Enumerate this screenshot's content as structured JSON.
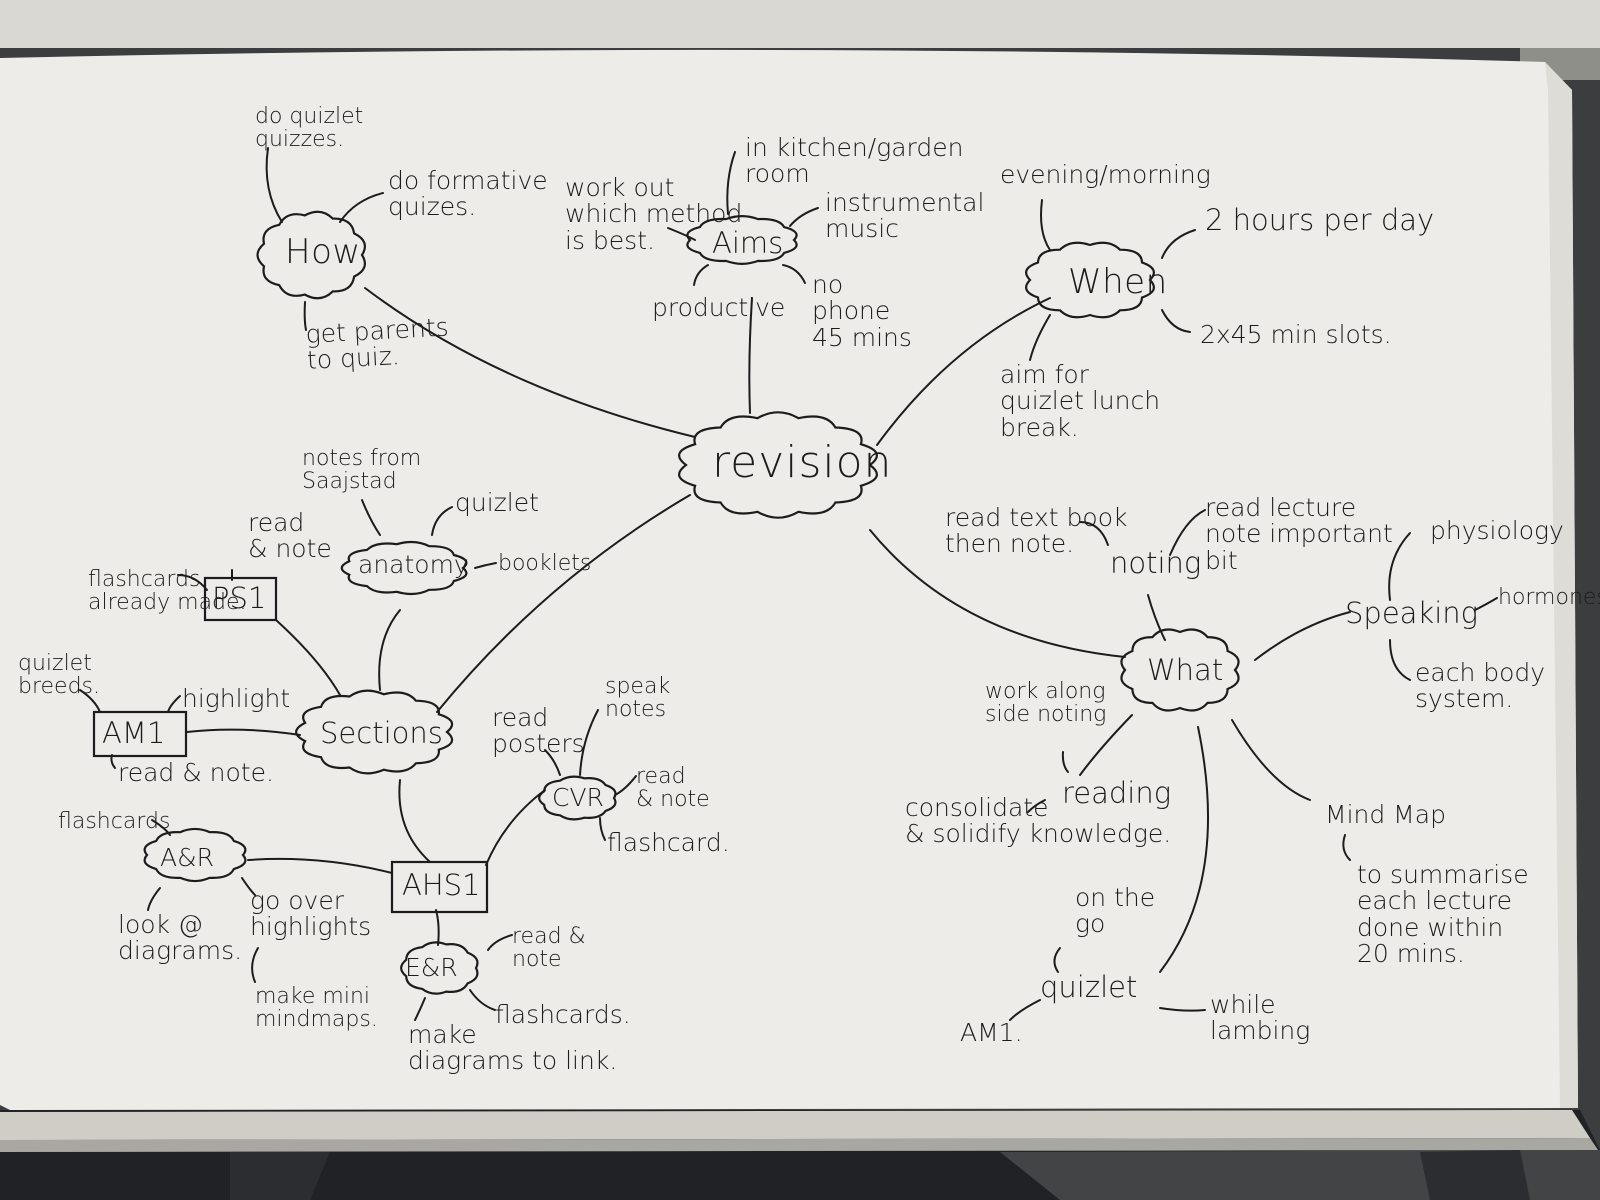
{
  "title": "revision",
  "branches": {
    "how": {
      "label": "How",
      "items": [
        "do quizlet\nquizzes.",
        "do formative\nquizes.",
        "get parents\nto quiz."
      ]
    },
    "aims": {
      "label": "Aims",
      "items": [
        "work out\nwhich method\nis best.",
        "in kitchen/garden\nroom",
        "instrumental\nmusic",
        "productive",
        "no\nphone\n45 mins"
      ]
    },
    "when": {
      "label": "When",
      "items": [
        "evening/morning",
        "2 hours per day",
        "2x45 min slots.",
        "aim for\nquizlet lunch\nbreak."
      ]
    },
    "what": {
      "label": "What",
      "noting": {
        "label": "noting",
        "items": [
          "read text book\nthen note.",
          "read lecture\nnote important\nbit"
        ]
      },
      "speaking": {
        "label": "Speaking",
        "items": [
          "physiology",
          "hormones",
          "each body\nsystem."
        ]
      },
      "reading": {
        "label": "reading",
        "items": [
          "work along\nside noting",
          "consolidate\n& solidify knowledge."
        ]
      },
      "mind_map": {
        "label": "Mind Map",
        "items": [
          "to summarise\neach lecture\ndone within\n20 mins."
        ]
      },
      "quizlet": {
        "label": "quizlet",
        "items": [
          "on the\ngo",
          "AM1.",
          "while\nlambing"
        ]
      }
    },
    "sections": {
      "label": "Sections",
      "anatomy": {
        "label": "anatomy",
        "items": [
          "notes from\nSaajstad",
          "quizlet",
          "booklets"
        ]
      },
      "ps1": {
        "label": "PS1",
        "items": [
          "read\n& note",
          "flashcards\nalready made."
        ]
      },
      "am1": {
        "label": "AM1",
        "items": [
          "quizlet\nbreeds.",
          "highlight",
          "read & note."
        ]
      },
      "ahs1": {
        "label": "AHS1",
        "axr": {
          "label": "A&R",
          "items": [
            "flashcards",
            "go over\nhighlights",
            "look @\ndiagrams.",
            "make mini\nmindmaps."
          ]
        },
        "cvr": {
          "label": "CVR",
          "items": [
            "speak\nnotes",
            "read\nposters",
            "read\n& note",
            "flashcard."
          ]
        },
        "exr": {
          "label": "E&R",
          "items": [
            "read &\nnote",
            "flashcards.",
            "make\ndiagrams to link."
          ]
        }
      }
    }
  },
  "colors": {
    "paper": "#ecebe8",
    "ink": "#1c1c1c",
    "cover": "#1d1f22",
    "background": "#3a3c3e"
  }
}
